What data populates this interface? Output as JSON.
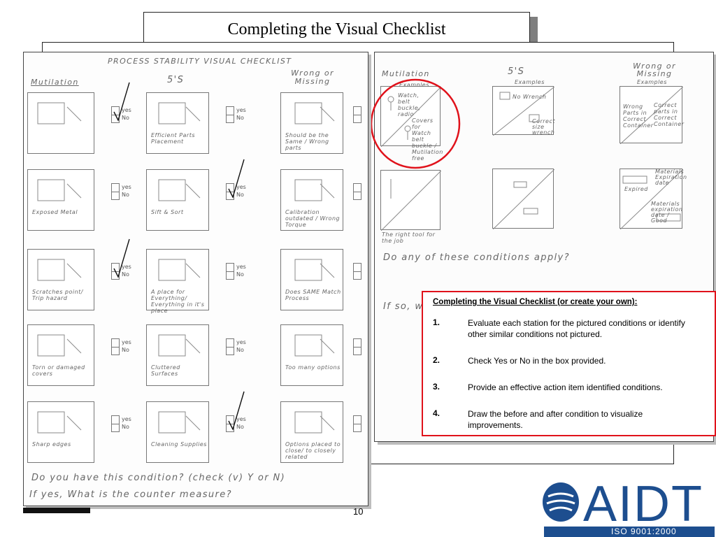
{
  "slide": {
    "title": "Completing the Visual Checklist",
    "page_number": "10"
  },
  "left_checklist": {
    "heading": "PROCESS STABILITY VISUAL CHECKLIST",
    "columns": [
      "Mutilation",
      "5'S",
      "Wrong or Missing"
    ],
    "yes_label": "yes",
    "no_label": "No",
    "cells": [
      {
        "caption": ""
      },
      {
        "caption": "Efficient Parts Placement"
      },
      {
        "caption": "Should be the Same / Wrong parts"
      },
      {
        "caption": "Exposed Metal"
      },
      {
        "caption": "Sift & Sort"
      },
      {
        "caption": "Calibration outdated / Wrong Torque"
      },
      {
        "caption": "Scratches point/ Trip hazard"
      },
      {
        "caption": "A place for Everything/ Everything in it's place"
      },
      {
        "caption": "Does SAME Match Process"
      },
      {
        "caption": "Torn or damaged covers"
      },
      {
        "caption": "Cluttered Surfaces"
      },
      {
        "caption": "Too many options"
      },
      {
        "caption": "Sharp edges"
      },
      {
        "caption": "Cleaning Supplies"
      },
      {
        "caption": "Options placed to close/ to closely related"
      }
    ],
    "question_1": "Do you have this condition? (check (v) Y or N)",
    "question_2": "If yes, What is the counter measure?"
  },
  "right_checklist": {
    "columns": [
      "Mutilation",
      "5'S",
      "Wrong or Missing"
    ],
    "examples_label": "Examples",
    "notes": [
      "Watch, belt buckle, radio",
      "Covers for Watch belt buckle / Mutilation free",
      "No Wrench",
      "Correct size wrench",
      "Wrong Parts in Correct Container",
      "Correct parts in Correct Container",
      "The right tool for the job",
      "Materials Expiration date",
      "Expired",
      "Materials expiration date / Good"
    ],
    "question_1": "Do any of these conditions apply?",
    "question_2": "If so, w"
  },
  "info_box": {
    "heading": "Completing the Visual Checklist (or create your own):",
    "steps": [
      {
        "number": "1.",
        "text": "Evaluate each station for the pictured conditions or identify other similar conditions not pictured."
      },
      {
        "number": "2.",
        "text": "Check Yes or No in the box provided."
      },
      {
        "number": "3.",
        "text": "Provide an effective action item identified conditions."
      },
      {
        "number": "4.",
        "text": "Draw the before and after condition to visualize improvements."
      }
    ]
  },
  "logo": {
    "name": "AIDT",
    "subtitle": "ISO 9001:2000",
    "color": "#1d4e8f"
  },
  "colors": {
    "highlight_red": "#e0121b"
  }
}
